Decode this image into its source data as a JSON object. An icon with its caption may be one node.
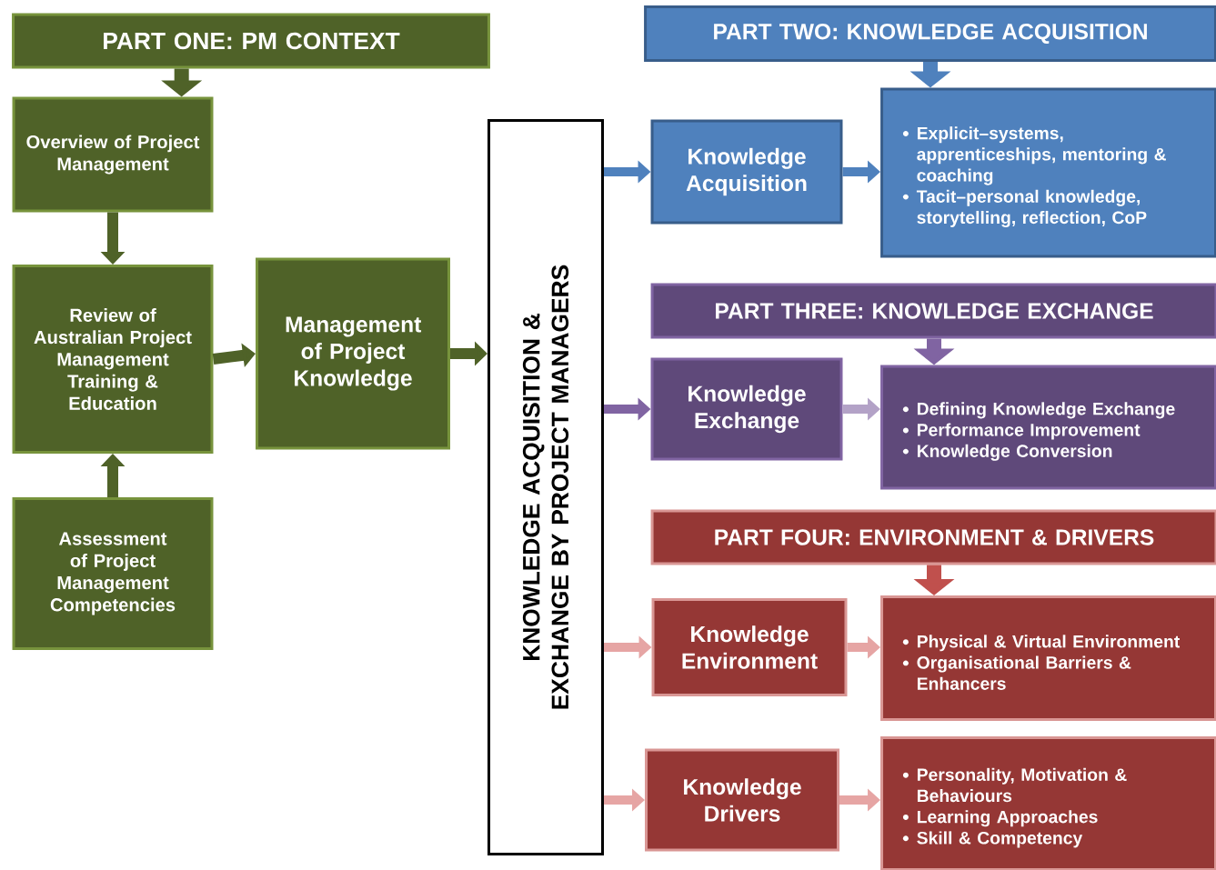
{
  "diagram": {
    "nodes": [
      {
        "text": [
          "PART ONE: PM CONTEXT"
        ]
      },
      {
        "text": [
          "Overview of Project Management"
        ]
      },
      {
        "text": [
          "Review of Australian Project Management Training & Education"
        ]
      },
      {
        "text": [
          "Assessment of Project Management Competencies"
        ]
      },
      {
        "text": [
          "Management of Project Knowledge"
        ]
      },
      {
        "text": [
          "KNOWLEDGE ACQUISITION & EXCHANGE BY PROJECT MANAGERS"
        ]
      },
      {
        "text": [
          "PART TWO: KNOWLEDGE ACQUISITION"
        ]
      },
      {
        "text": [
          "Knowledge Acquisition"
        ]
      },
      {
        "text": [
          "Explicit–systems, apprenticeships, mentoring & coaching",
          "Tacit–personal knowledge, storytelling, reflection, CoP"
        ]
      },
      {
        "text": [
          "PART THREE: KNOWLEDGE EXCHANGE"
        ]
      },
      {
        "text": [
          "Knowledge Exchange"
        ]
      },
      {
        "text": [
          "Defining Knowledge Exchange",
          "Performance Improvement",
          "Knowledge Conversion"
        ]
      },
      {
        "text": [
          "PART FOUR: ENVIRONMENT & DRIVERS"
        ]
      },
      {
        "text": [
          "Knowledge Environment"
        ]
      },
      {
        "text": [
          "Physical & Virtual Environment",
          "Organisational Barriers & Enhancers"
        ]
      },
      {
        "text": [
          "Knowledge Drivers"
        ]
      },
      {
        "text": [
          "Personality, Motivation & Behaviours",
          "Learning Approaches",
          "Skill & Competency"
        ]
      }
    ],
    "edges": [
      {
        "from": 0,
        "to": 1,
        "arrow": "to",
        "color": "#4f6228"
      },
      {
        "from": 1,
        "to": 2,
        "arrow": "to",
        "color": "#4f6228"
      },
      {
        "from": 3,
        "to": 2,
        "arrow": "to",
        "color": "#4f6228"
      },
      {
        "from": 2,
        "to": 4,
        "arrow": "to",
        "color": "#4f6228"
      },
      {
        "from": 4,
        "to": 5,
        "arrow": "to",
        "color": "#4f6228"
      },
      {
        "from": 5,
        "to": 7,
        "arrow": "to",
        "color": "#4f81bd"
      },
      {
        "from": 7,
        "to": 8,
        "arrow": "to",
        "color": "#4f81bd"
      },
      {
        "from": 6,
        "to": 8,
        "arrow": "to",
        "color": "#4f81bd"
      },
      {
        "from": 5,
        "to": 10,
        "arrow": "to",
        "color": "#8064a2"
      },
      {
        "from": 10,
        "to": 11,
        "arrow": "to",
        "color": "#b3a2c7"
      },
      {
        "from": 9,
        "to": 11,
        "arrow": "to",
        "color": "#8064a2"
      },
      {
        "from": 5,
        "to": 13,
        "arrow": "to",
        "color": "#e6a5a4"
      },
      {
        "from": 13,
        "to": 14,
        "arrow": "to",
        "color": "#e6a5a4"
      },
      {
        "from": 12,
        "to": 14,
        "arrow": "to",
        "color": "#c0504d"
      },
      {
        "from": 5,
        "to": 15,
        "arrow": "to",
        "color": "#e6a5a4"
      },
      {
        "from": 15,
        "to": 16,
        "arrow": "to",
        "color": "#e6a5a4"
      }
    ]
  }
}
